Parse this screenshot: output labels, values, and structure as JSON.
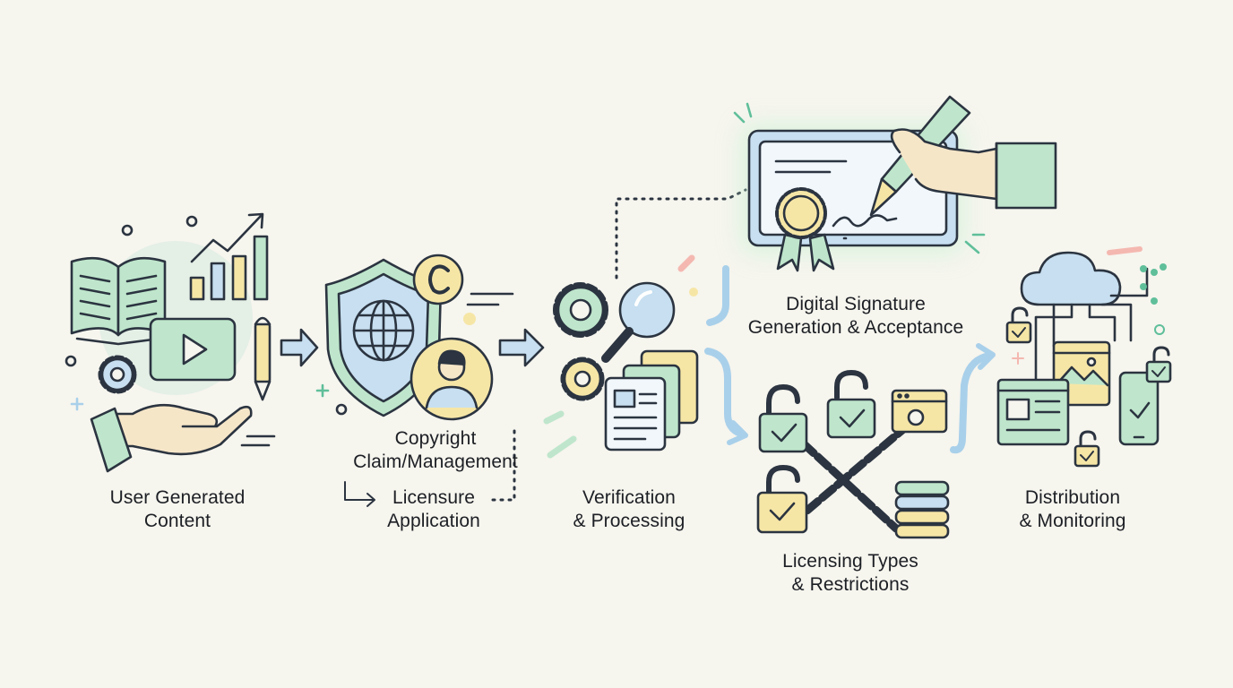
{
  "palette": {
    "background": "#f6f5ee",
    "outline": "#2b3440",
    "mint": "#bfe6cc",
    "light_blue": "#c7dff0",
    "pale_yellow": "#f6e6a6",
    "teal_accent": "#5fbf9a",
    "arrow_blue": "#a9d0ea",
    "pink_accent": "#f4b8b0"
  },
  "steps": [
    {
      "id": "ugc",
      "lines": [
        "User Generated",
        "Content"
      ],
      "icons": [
        "open-book-icon",
        "video-play-icon",
        "bar-chart-growth-icon",
        "pencil-icon",
        "gear-icon",
        "open-hand-icon"
      ]
    },
    {
      "id": "copyright",
      "lines": [
        "Copyright",
        "Claim/Management"
      ],
      "icons": [
        "shield-globe-icon",
        "copyright-icon",
        "user-avatar-icon"
      ]
    },
    {
      "id": "licensure",
      "lines": [
        "Licensure",
        "Application"
      ]
    },
    {
      "id": "verification",
      "lines": [
        "Verification",
        "& Processing"
      ],
      "icons": [
        "gears-icon",
        "magnifier-icon",
        "document-stack-icon"
      ]
    },
    {
      "id": "signature",
      "lines": [
        "Digital Signature",
        "Generation & Acceptance"
      ],
      "icons": [
        "certificate-icon",
        "award-seal-icon",
        "fountain-pen-hand-icon"
      ]
    },
    {
      "id": "licensing",
      "lines": [
        "Licensing Types",
        "& Restrictions"
      ],
      "icons": [
        "padlock-icon",
        "chain-icon",
        "browser-window-icon",
        "database-stack-icon"
      ]
    },
    {
      "id": "distribution",
      "lines": [
        "Distribution",
        "& Monitoring"
      ],
      "icons": [
        "cloud-icon",
        "monitor-icon",
        "image-window-icon",
        "smartphone-icon",
        "padlock-icon"
      ]
    }
  ]
}
